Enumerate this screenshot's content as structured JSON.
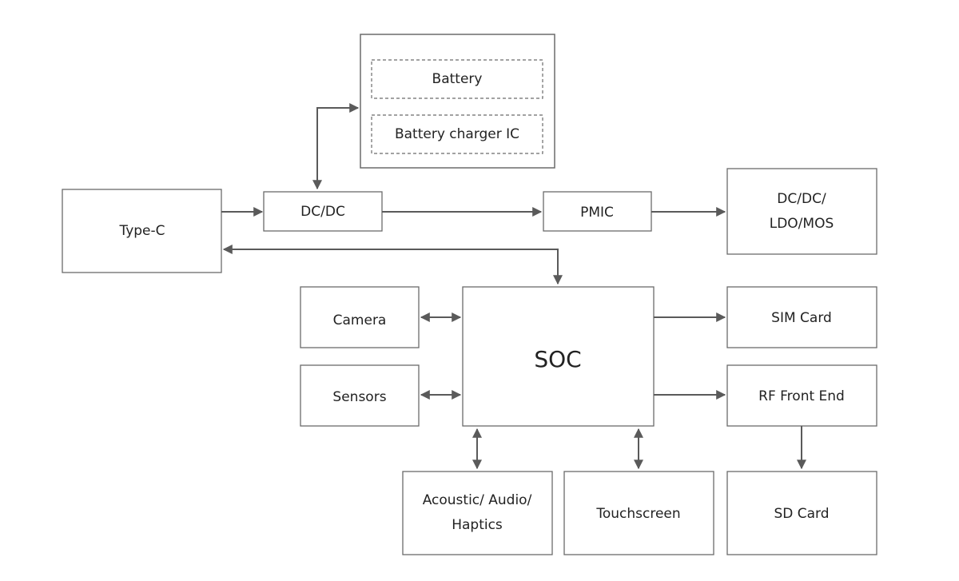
{
  "blocks": {
    "battery_pack": {
      "battery": "Battery",
      "charger": "Battery charger IC"
    },
    "type_c": "Type-C",
    "dcdc": "DC/DC",
    "pmic": "PMIC",
    "regulators": {
      "line1": "DC/DC/",
      "line2": "LDO/MOS"
    },
    "camera": "Camera",
    "sensors": "Sensors",
    "soc": "SOC",
    "sim": "SIM Card",
    "rf": "RF Front End",
    "audio": {
      "line1": "Acoustic/ Audio/",
      "line2": "Haptics"
    },
    "touchscreen": "Touchscreen",
    "sd": "SD Card"
  },
  "colors": {
    "stroke": "#6b6b6b",
    "arrow": "#5a5a5a",
    "text": "#222222"
  }
}
